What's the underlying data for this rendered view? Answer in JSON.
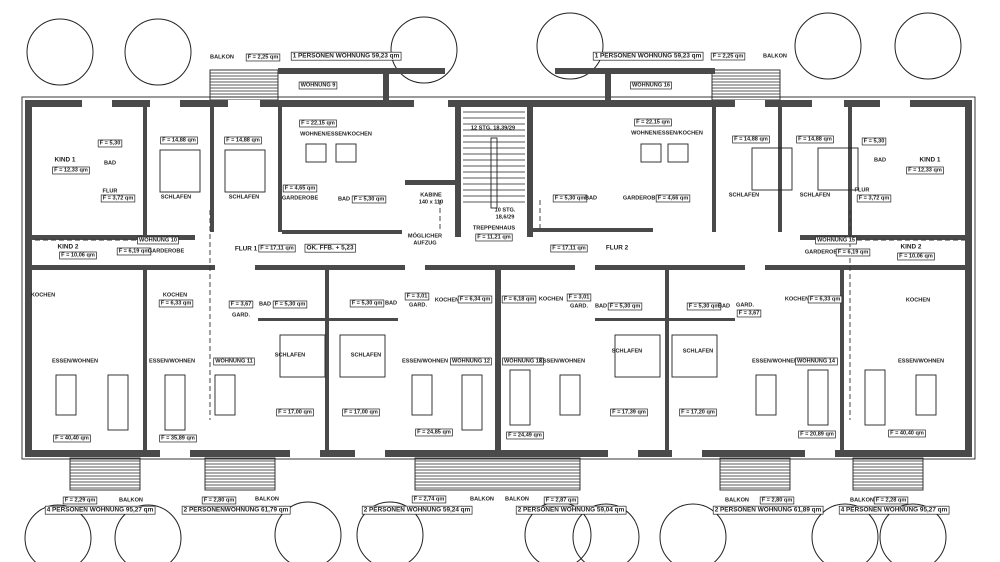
{
  "title": "Grundriss Obergeschoss",
  "labels": [
    "BALKON",
    "F = 2,25 qm",
    "1 PERSONEN WOHNUNG 59,23 qm",
    "1 PERSONEN WOHNUNG 59,23 qm",
    "F = 2,25 qm",
    "BALKON",
    "WOHNUNG 9",
    "WOHNUNG 16",
    "F = 22,15 qm",
    "WOHNEN/ESSEN/KOCHEN",
    "F = 22,15 qm",
    "WOHNEN/ESSEN/KOCHEN",
    "F = 5,30",
    "BAD",
    "KIND 1",
    "F = 12,33 qm",
    "F = 14,88 qm",
    "F = 14,88 qm",
    "FLUR",
    "F = 3,72 qm",
    "SCHLAFEN",
    "SCHLAFEN",
    "F = 4,65 qm",
    "GARDEROBE",
    "BAD",
    "F = 5,30 qm",
    "KABINE",
    "140 x 110",
    "12 STG. 18,39/29",
    "10 STG.",
    "18,6/29",
    "TREPPENHAUS",
    "F = 11,21 qm",
    "MÖGLICHER",
    "AUFZUG",
    "WOHNUNG 10",
    "F = 6,19 qm",
    "GARDEROBE",
    "KIND 2",
    "F = 10,06 qm",
    "FLUR 1",
    "F = 17,11 qm",
    "OK. FFB. + 5,23",
    "F = 5,30",
    "BAD",
    "KIND 1",
    "F = 12,33 qm",
    "F = 14,88 qm",
    "F = 14,88 qm",
    "FLUR",
    "F = 3,72 qm",
    "SCHLAFEN",
    "SCHLAFEN",
    "F = 5,30 qm",
    "BAD",
    "GARDEROBE",
    "F = 4,66 qm",
    "F = 17,11 qm",
    "FLUR 2",
    "WOHNUNG 15",
    "GARDEROBE",
    "F = 6,19 qm",
    "KIND 2",
    "F = 10,06 qm",
    "KOCHEN",
    "KOCHEN",
    "F = 6,33 qm",
    "F = 3,67",
    "GARD.",
    "BAD",
    "F = 5,30 qm",
    "F = 5,30 qm",
    "BAD",
    "F = 3,01",
    "GARD.",
    "KOCHEN",
    "F = 6,34 qm",
    "ESSEN/WOHNEN",
    "ESSEN/WOHNEN",
    "WOHNUNG 11",
    "SCHLAFEN",
    "SCHLAFEN",
    "ESSEN/WOHNEN",
    "WOHNUNG 12",
    "F = 17,00 qm",
    "F = 17,00 qm",
    "F = 40,40 qm",
    "F = 35,89 qm",
    "F = 24,85 qm",
    "F = 2,29 qm",
    "BALKON",
    "4 PERSONEN WOHNUNG 95,27 qm",
    "F = 2,80 qm",
    "BALKON",
    "2 PERSONENWOHNUNG 61,79 qm",
    "F = 2,74 qm",
    "BALKON",
    "2 PERSONEN WOHNUNG 59,24 qm",
    "F = 6,18 qm",
    "KOCHEN",
    "F = 3,01",
    "GARD.",
    "BAD",
    "F = 5,30 qm",
    "F = 5,30 qm",
    "BAD",
    "GARD.",
    "F = 3,67",
    "KOCHEN",
    "F = 6,33 qm",
    "KOCHEN",
    "WOHNUNG 13",
    "ESSEN/WOHNEN",
    "SCHLAFEN",
    "SCHLAFEN",
    "ESSEN/WOHNEN",
    "WOHNUNG 14",
    "ESSEN/WOHNEN",
    "F = 17,39 qm",
    "F = 17,20 qm",
    "F = 24,49 qm",
    "F = 20,89 qm",
    "F = 40,40 qm",
    "BALKON",
    "F = 2,87 qm",
    "2 PERSONEN WOHNUNG 59,04 qm",
    "BALKON",
    "F = 2,80 qm",
    "2 PERSONEN WOHNUNG 61,89 qm",
    "BALKON",
    "F = 2,28 qm",
    "4 PERSONEN WOHNUNG 95,27 qm"
  ]
}
